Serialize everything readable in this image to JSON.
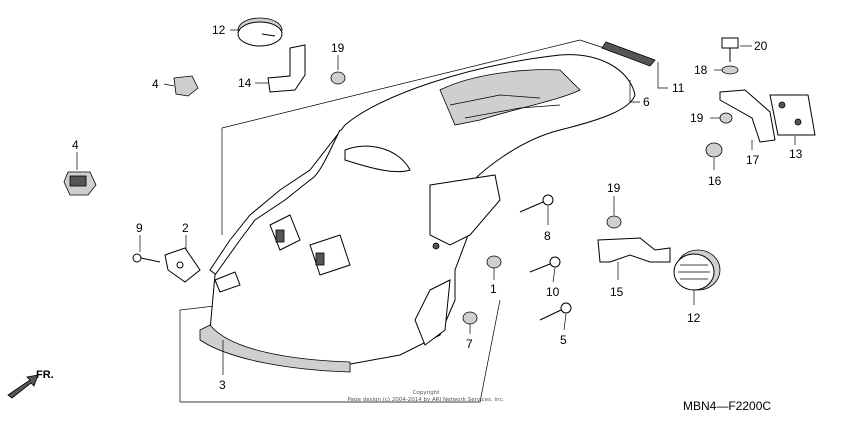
{
  "diagram": {
    "code": "MBN4—F2200C",
    "copyright_line1": "Copyright",
    "copyright_line2": "Page design (c) 2004-2014 by ARI Network Services, Inc.",
    "direction_label": "FR.",
    "callouts": [
      {
        "id": "c1",
        "label": "1"
      },
      {
        "id": "c2",
        "label": "2"
      },
      {
        "id": "c3",
        "label": "3"
      },
      {
        "id": "c4a",
        "label": "4"
      },
      {
        "id": "c4b",
        "label": "4"
      },
      {
        "id": "c5",
        "label": "5"
      },
      {
        "id": "c6",
        "label": "6"
      },
      {
        "id": "c7",
        "label": "7"
      },
      {
        "id": "c8",
        "label": "8"
      },
      {
        "id": "c9",
        "label": "9"
      },
      {
        "id": "c10",
        "label": "10"
      },
      {
        "id": "c11",
        "label": "11"
      },
      {
        "id": "c12a",
        "label": "12"
      },
      {
        "id": "c12b",
        "label": "12"
      },
      {
        "id": "c13",
        "label": "13"
      },
      {
        "id": "c14",
        "label": "14"
      },
      {
        "id": "c15",
        "label": "15"
      },
      {
        "id": "c16",
        "label": "16"
      },
      {
        "id": "c17",
        "label": "17"
      },
      {
        "id": "c18",
        "label": "18"
      },
      {
        "id": "c19a",
        "label": "19"
      },
      {
        "id": "c19b",
        "label": "19"
      },
      {
        "id": "c19c",
        "label": "19"
      },
      {
        "id": "c20",
        "label": "20"
      }
    ]
  }
}
